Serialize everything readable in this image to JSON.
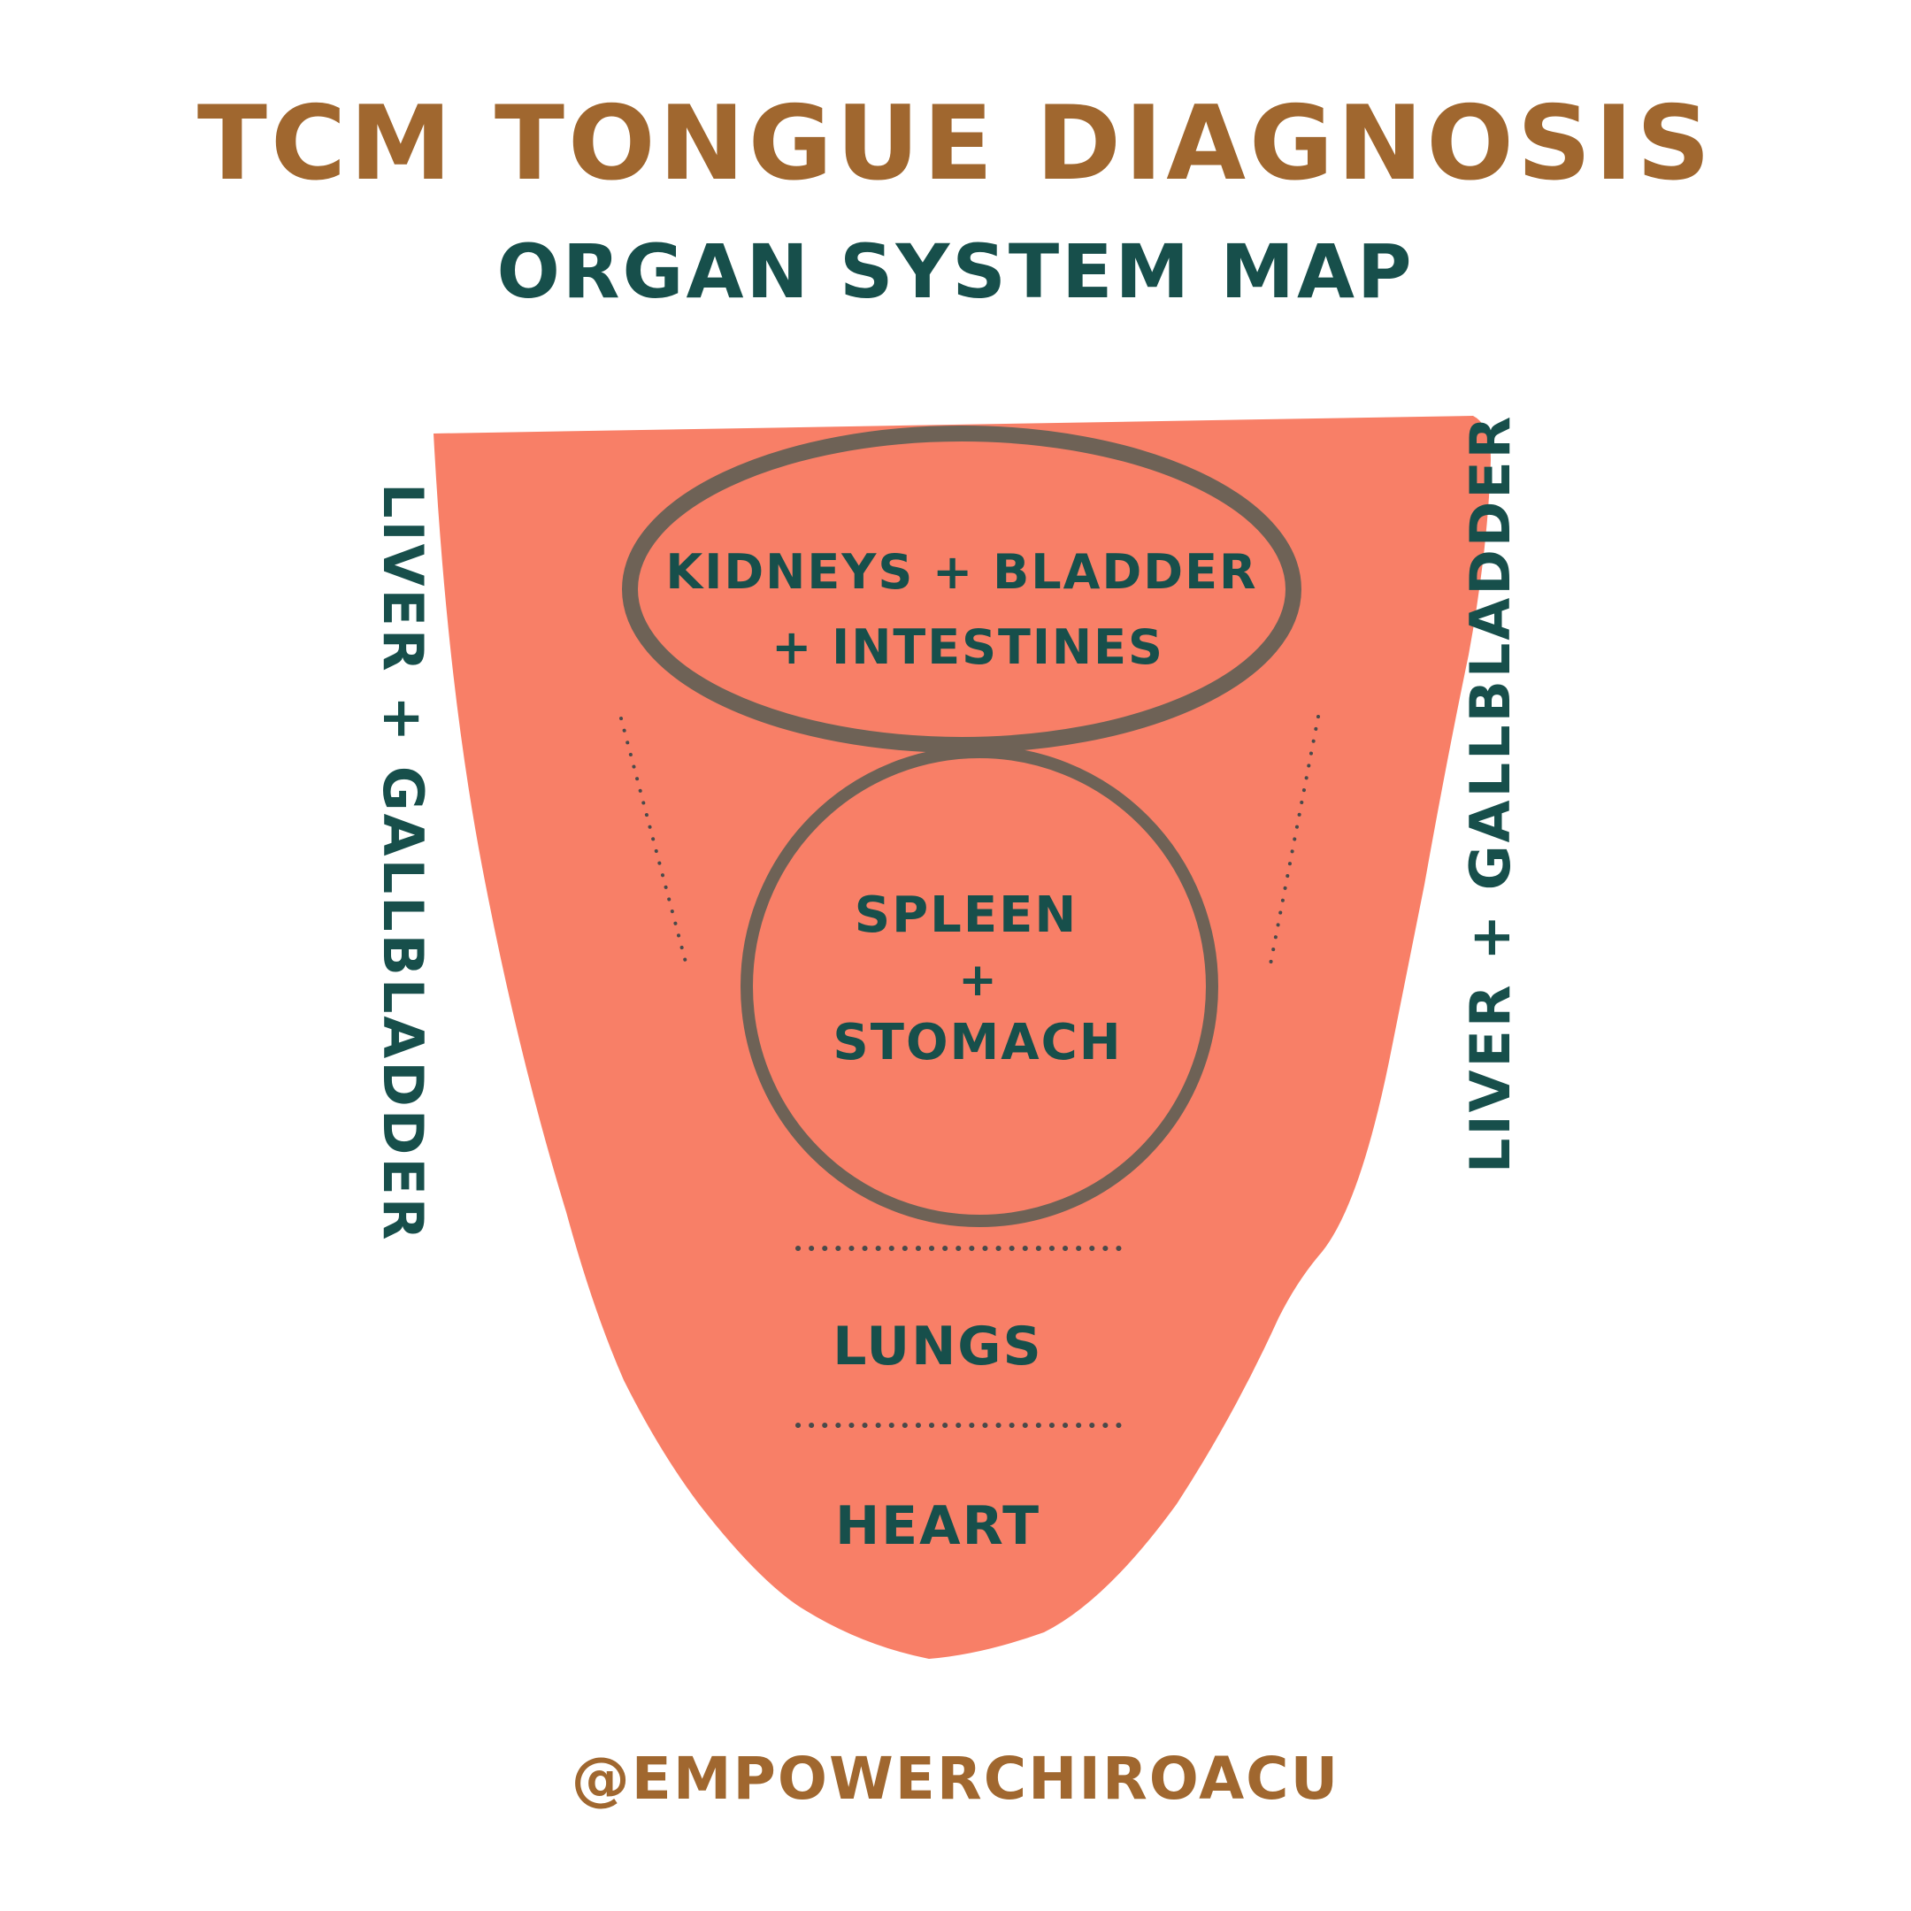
{
  "header": {
    "title": "TCM  TONGUE DIAGNOSIS",
    "subtitle": "ORGAN SYSTEM MAP"
  },
  "tongue": {
    "color": "#f87f67",
    "outline_color": "#6e6256",
    "zones": {
      "back": {
        "line1": "KIDNEYS + BLADDER",
        "line2": "+ INTESTINES"
      },
      "center": {
        "line1": "SPLEEN",
        "line2": "+",
        "line3": "STOMACH"
      },
      "front_middle": {
        "label": "LUNGS"
      },
      "tip": {
        "label": "HEART"
      }
    }
  },
  "sides": {
    "left": "LIVER + GALLBLADDER",
    "right": "LIVER + GALLBLADDER"
  },
  "footer": {
    "handle": "@EMPOWERCHIROACU"
  },
  "colors": {
    "title_brown": "#a0672f",
    "text_teal": "#174f4b",
    "background": "#ffffff"
  }
}
